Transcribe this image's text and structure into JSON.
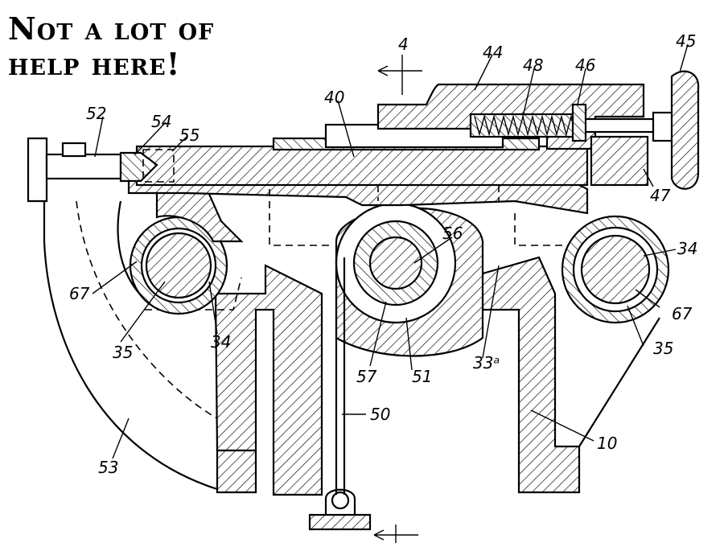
{
  "caption": {
    "line1": "Not a lot of",
    "line2": "help here!"
  },
  "colors": {
    "ink": "#000000",
    "background": "#ffffff"
  },
  "labels": {
    "l4": "4",
    "l44": "44",
    "l48": "48",
    "l46": "46",
    "l45": "45",
    "l40": "40",
    "l52": "52",
    "l54": "54",
    "l55": "55",
    "l47": "47",
    "l56": "56",
    "l34a": "34",
    "l34b": "34",
    "l67a": "67",
    "l67b": "67",
    "l35a": "35",
    "l35b": "35",
    "l57": "57",
    "l51": "51",
    "l33a": "33ᵃ",
    "l50": "50",
    "l10": "10",
    "l53": "53"
  }
}
